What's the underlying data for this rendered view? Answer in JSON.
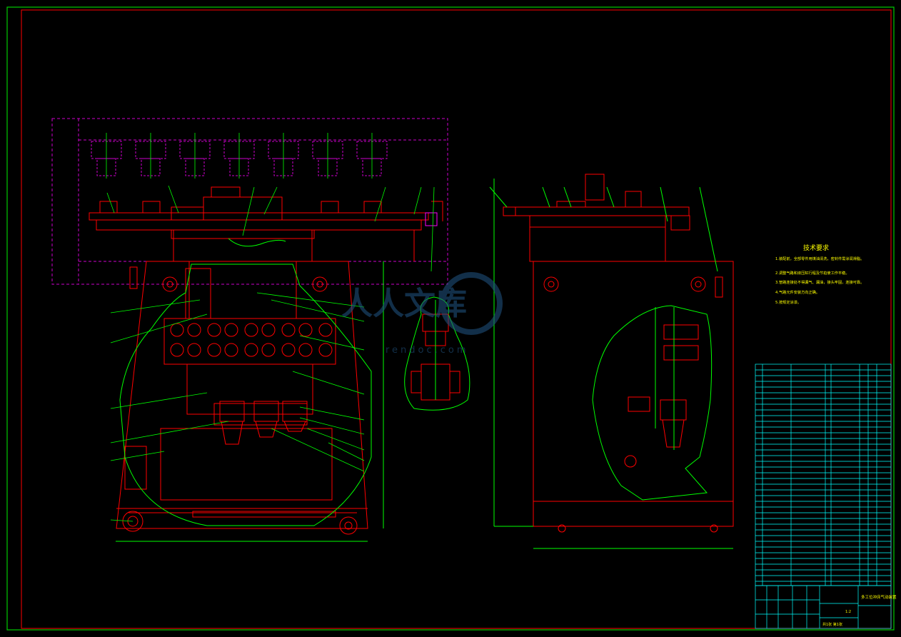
{
  "watermark": {
    "brand_cn": "人人文库",
    "url": "rendoc.com"
  },
  "notes": {
    "title": "技术要求",
    "items": [
      "1.装配前，全部零件用煤油清洗，密封件需涂润滑脂。",
      "2.调整气路和液压缸行程及节拍使工作平稳。",
      "3.管路连接处不得漏气、漏油，接头牢固，连接可靠。",
      "4.气路元件安装方向正确。",
      "5.按规定涂漆。"
    ]
  },
  "title_block": {
    "drawing_title": "多工位冲床气动装置",
    "scale": "1:2",
    "sheet": "共1张 第1张"
  },
  "colors": {
    "background": "#000000",
    "frame": "#00ff00",
    "body": "#ff0000",
    "leader": "#00ff00",
    "dashed": "#cc00cc",
    "table": "#00ffff",
    "text": "#ffff00"
  }
}
